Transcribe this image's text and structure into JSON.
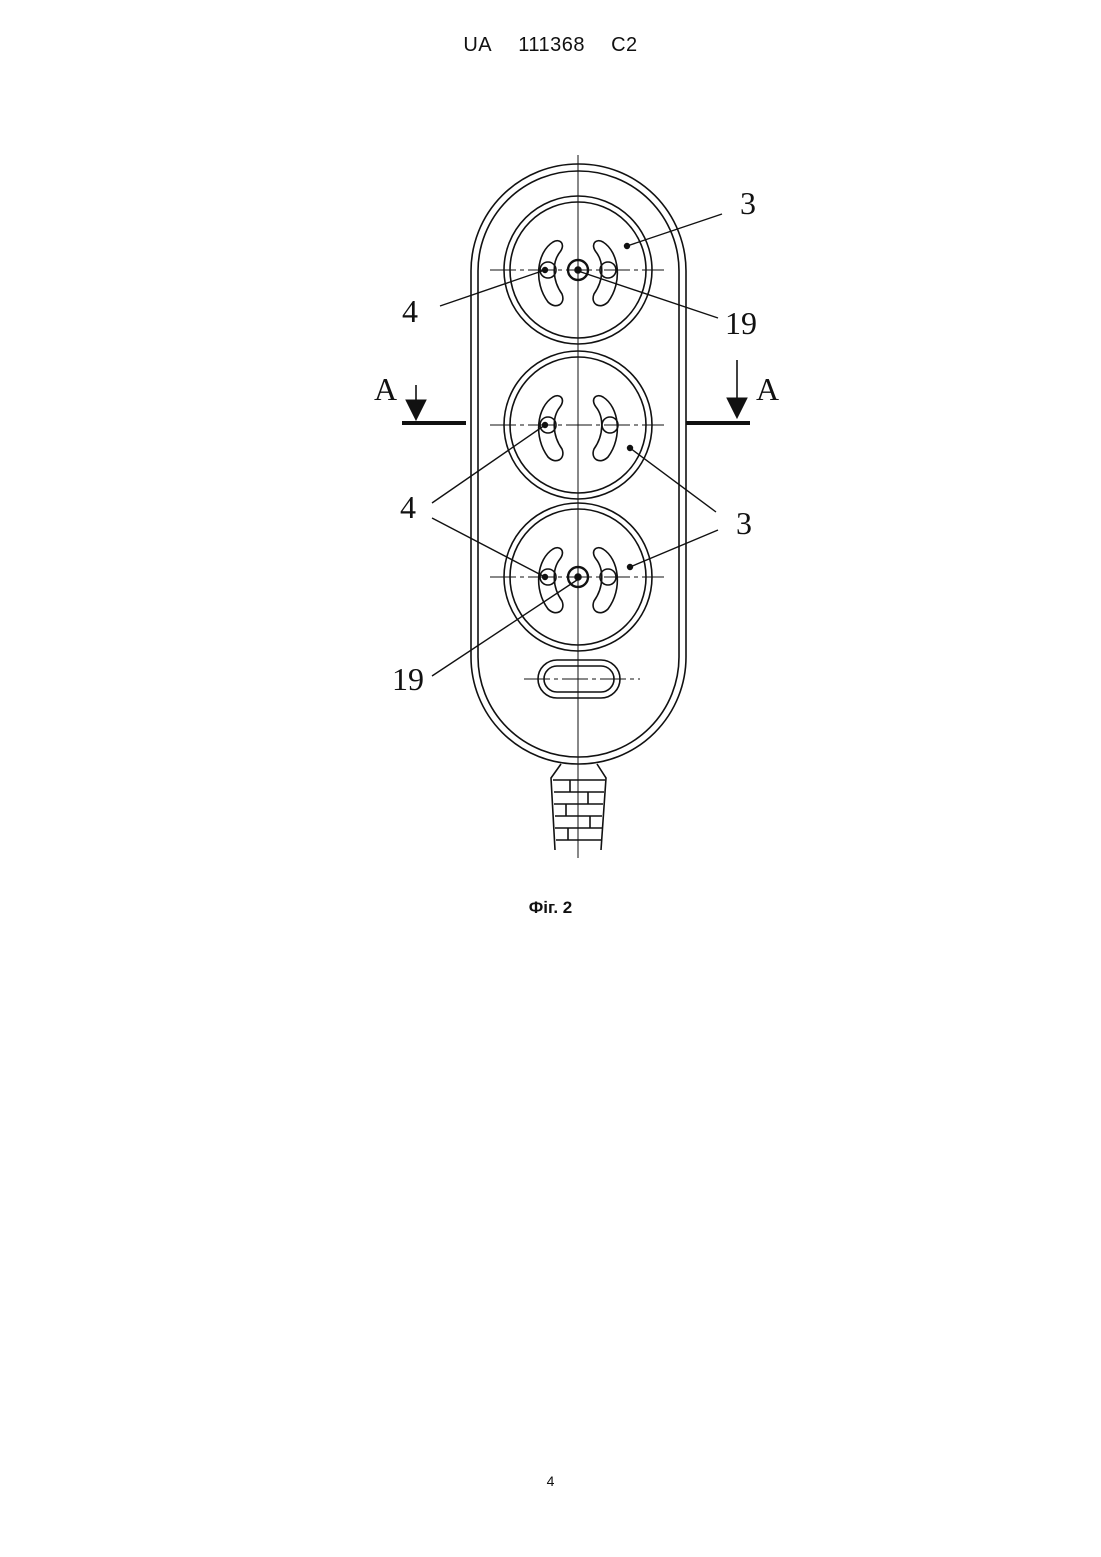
{
  "header": {
    "country": "UA",
    "number": "111368",
    "kind": "C2"
  },
  "figure": {
    "caption": "Фіг. 2",
    "labels": {
      "socket_top": "3",
      "socket_mid_bottom": "3",
      "contact_top": "4",
      "contact_mid_bottom": "4",
      "ground_top": "19",
      "ground_bottom": "19",
      "section_left": "A",
      "section_right": "A"
    }
  },
  "footer": {
    "page_number": "4"
  }
}
